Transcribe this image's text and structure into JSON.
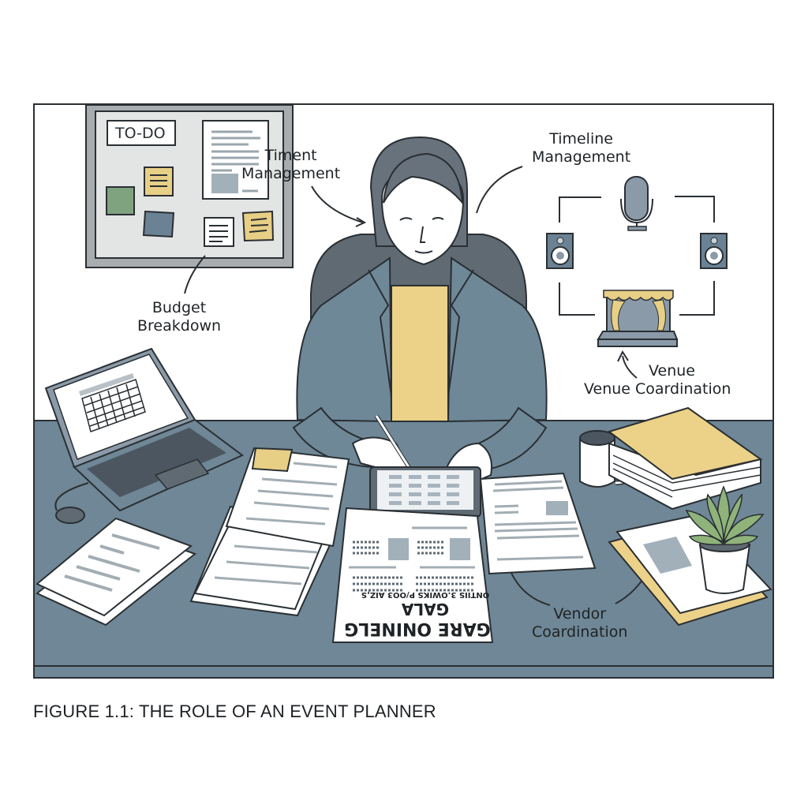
{
  "figure": {
    "caption": "FIGURE 1.1: THE ROLE OF AN EVENT PLANNER",
    "colors": {
      "desk": "#6f8796",
      "jacket": "#6e8898",
      "shirt": "#ecd188",
      "board": "#a9acae",
      "board_inner": "#e3e4e4",
      "outline": "#2a2f33",
      "sticky_yellow": "#e8cf86",
      "sticky_green": "#7fa37f",
      "sticky_blue": "#6b8294",
      "plant": "#8fb37a"
    }
  },
  "labels": {
    "timent_management": [
      "Timent",
      "Management"
    ],
    "timeline_management": [
      "Timeline",
      "Management"
    ],
    "budget_breakdown": [
      "Budget",
      "Breakdown"
    ],
    "venue": "Venue",
    "venue_coordination": "Venue Coardination",
    "vendor_coordination": [
      "Vendor",
      "Coardination"
    ]
  },
  "corkboard": {
    "todo_label": "TO-DO"
  },
  "flyer": {
    "line1": "ONTIIS 3.OWIKS P/OO3 AIZ,S",
    "line2": "GALA",
    "line3": "GARE ONINELG"
  },
  "icons": [
    "microphone-icon",
    "speaker-icon",
    "speaker-icon",
    "stage-icon",
    "laptop-icon",
    "coffee-mug-icon",
    "plant-icon",
    "tablet-icon",
    "books-icon"
  ]
}
